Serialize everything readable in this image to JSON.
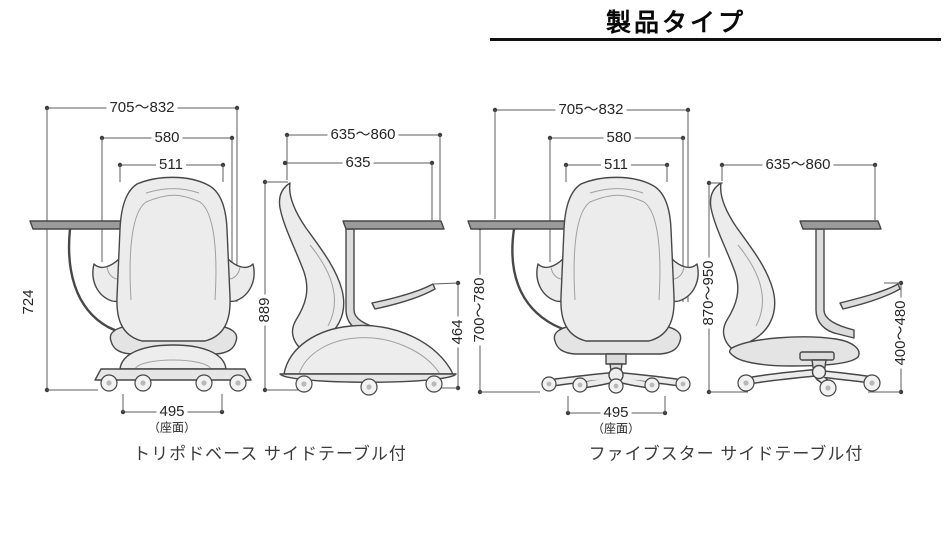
{
  "header": {
    "title": "製品タイプ"
  },
  "diagram": {
    "groups": [
      {
        "id": "tripod-base",
        "caption": "トリポドベース サイドテーブル付",
        "front": {
          "width_overall": "705〜832",
          "width_back": "580",
          "width_inner": "511",
          "height_table": "724",
          "width_seat": "495",
          "seat_note": "（座面）"
        },
        "side": {
          "depth_overall": "635〜860",
          "depth_body": "635",
          "height_overall": "889",
          "height_arm": "464"
        }
      },
      {
        "id": "five-star-base",
        "caption": "ファイブスター サイドテーブル付",
        "front": {
          "width_overall": "705〜832",
          "width_back": "580",
          "width_inner": "511",
          "height_table": "700〜780",
          "width_seat": "495",
          "seat_note": "（座面）"
        },
        "side": {
          "depth_overall": "635〜860",
          "height_overall": "870〜950",
          "height_arm": "400〜480"
        }
      }
    ]
  },
  "colors": {
    "line": "#474747",
    "shell_fill": "#ececec",
    "dim_text": "#262626",
    "rule": "#101010"
  }
}
